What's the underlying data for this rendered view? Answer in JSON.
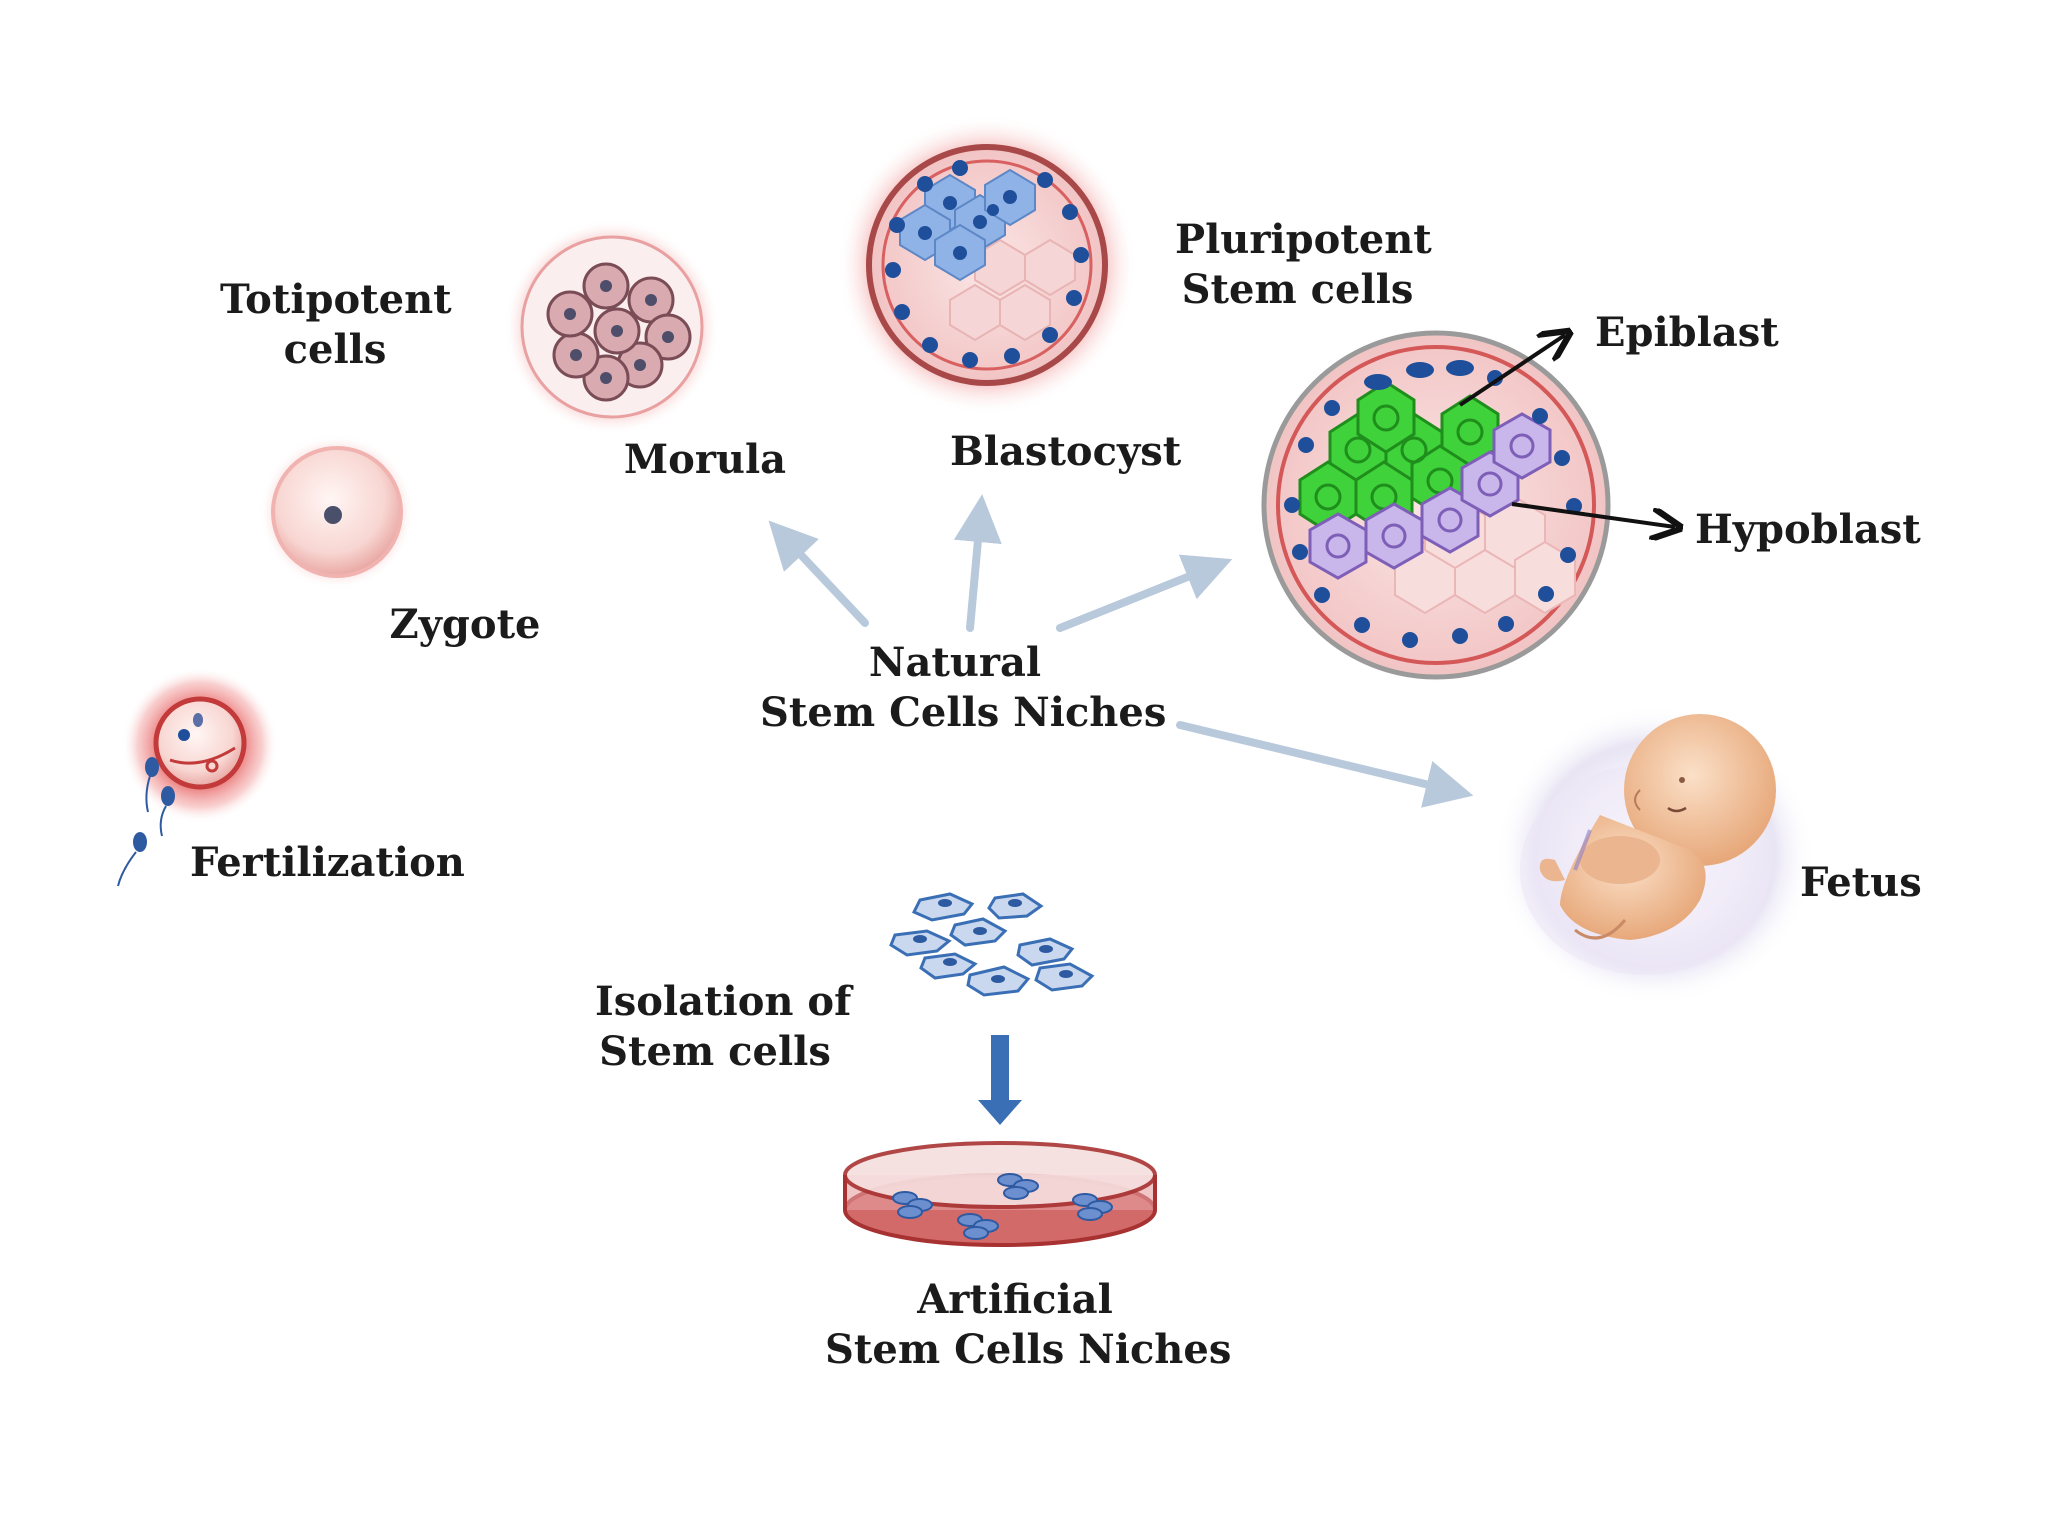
{
  "labels": {
    "totipotent": [
      "Totipotent",
      "cells"
    ],
    "morula": "Morula",
    "zygote": "Zygote",
    "fertilization": "Fertilization",
    "blastocyst": "Blastocyst",
    "pluripotent": [
      "Pluripotent",
      "Stem cells"
    ],
    "epiblast": "Epiblast",
    "hypoblast": "Hypoblast",
    "natural_niches": [
      "Natural",
      "Stem Cells Niches"
    ],
    "fetus": "Fetus",
    "isolation": [
      "Isolation of",
      "Stem cells"
    ],
    "artificial_niches": [
      "Artificial",
      "Stem Cells Niches"
    ]
  },
  "colors": {
    "glow": "#f19a9a",
    "membrane": "#d94f4f",
    "nucleus": "#1f4f9a",
    "epiblast": "#3fd23a",
    "hypoblast": "#a98ad6",
    "inner_mass": "#8fb3e6",
    "pale_cells": "#f7dada",
    "arrow_gray": "#b9c9dc",
    "arrow_blue": "#3b6fb5",
    "dish": "#c84a4a",
    "skin": "#f3c9a6"
  }
}
